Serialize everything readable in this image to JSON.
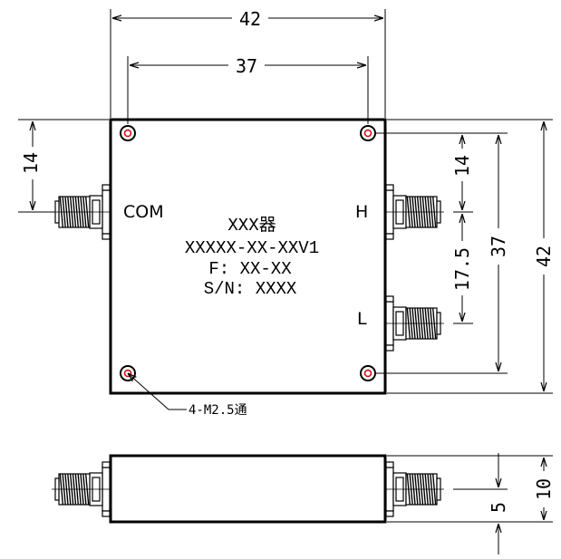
{
  "dimensions": {
    "overall_width": "42",
    "hole_spacing_x": "37",
    "left_offset": "14",
    "right_offset_top": "14",
    "port_spacing": "17.5",
    "hole_spacing_y": "37",
    "overall_height": "42",
    "side_height": "10",
    "side_port_height": "5"
  },
  "ports": {
    "com": "COM",
    "high": "H",
    "low": "L"
  },
  "marking": {
    "line1": "XXX器",
    "line2": "XXXXX-XX-XXV1",
    "line3": "F: XX-XX",
    "line4": "S/N: XXXX"
  },
  "hole_note": "4-M2.5通"
}
